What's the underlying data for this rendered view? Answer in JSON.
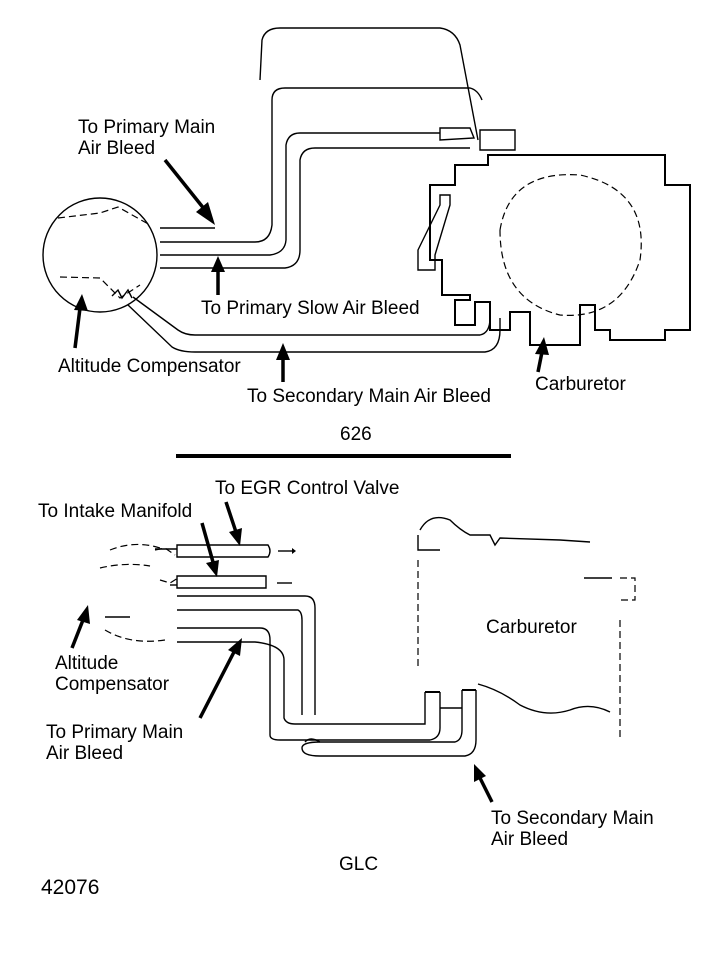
{
  "figure_id": "42076",
  "top_diagram": {
    "title": "626",
    "labels": {
      "primary_main_air_bleed_line1": "To Primary Main",
      "primary_main_air_bleed_line2": "Air Bleed",
      "primary_slow_air_bleed": "To Primary Slow Air Bleed",
      "altitude_compensator": "Altitude Compensator",
      "secondary_main_air_bleed": "To Secondary Main Air Bleed",
      "carburetor": "Carburetor"
    }
  },
  "bottom_diagram": {
    "title": "GLC",
    "labels": {
      "egr_control_valve": "To EGR Control Valve",
      "intake_manifold": "To Intake Manifold",
      "altitude_compensator_line1": "Altitude",
      "altitude_compensator_line2": "Compensator",
      "primary_main_air_bleed_line1": "To Primary Main",
      "primary_main_air_bleed_line2": "Air Bleed",
      "carburetor": "Carburetor",
      "secondary_main_air_bleed_line1": "To Secondary Main",
      "secondary_main_air_bleed_line2": "Air Bleed"
    }
  }
}
